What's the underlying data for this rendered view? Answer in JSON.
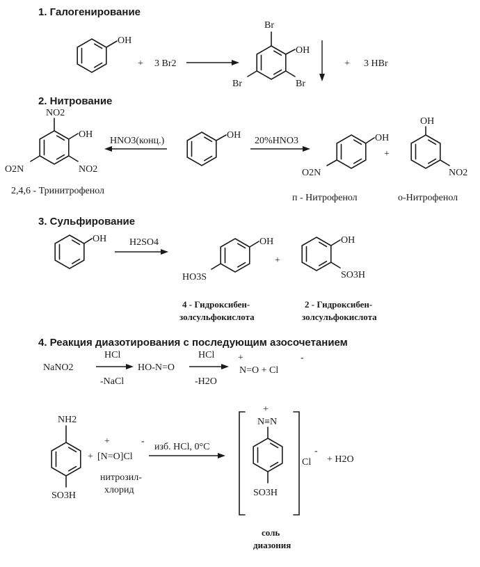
{
  "headings": {
    "h1": "1.  Галогенирование",
    "h2": "2.  Нитрование",
    "h3": "3.  Сульфирование",
    "h4": "4.  Реакция диазотирования с последующим азосочетанием"
  },
  "atoms": {
    "oh": "OH",
    "br": "Br",
    "no2": "NO2",
    "o2n": "O2N",
    "so3h": "SO3H",
    "ho3s": "HO3S",
    "nh2": "NH2",
    "n_eq_n": "N≡N",
    "plus": "+"
  },
  "reaction1": {
    "reagent": "3 Br2",
    "byproduct": "3 HBr"
  },
  "reaction2": {
    "left_reagent": "HNO3(конц.)",
    "right_reagent": "20%HNO3",
    "name_trinitro": "2,4,6 - Тринитрофенол",
    "name_para": "п - Нитрофенол",
    "name_ortho": "о-Нитрофенол"
  },
  "reaction3": {
    "reagent": "H2SO4",
    "name_4_line1": "4 - Гидроксибен-",
    "name_4_line2": "золсульфокислота",
    "name_2_line1": "2 - Гидроксибен-",
    "name_2_line2": "золсульфокислота"
  },
  "reaction4": {
    "nano2": "NaNO2",
    "hcl": "HCl",
    "nacl": "-NaCl",
    "hono": "HO-N=O",
    "h2o_minus": "-H2O",
    "nitrosonium": "N=O + Cl",
    "nitrosyl_chloride": "[N=O]Cl",
    "nitrosyl_name_line1": "нитрозил-",
    "nitrosyl_name_line2": "хлорид",
    "conditions": "изб. HCl, 0°C",
    "counter_ion": "Cl",
    "water": "+ H2O",
    "salt_line1": "соль",
    "salt_line2": "диазония"
  }
}
